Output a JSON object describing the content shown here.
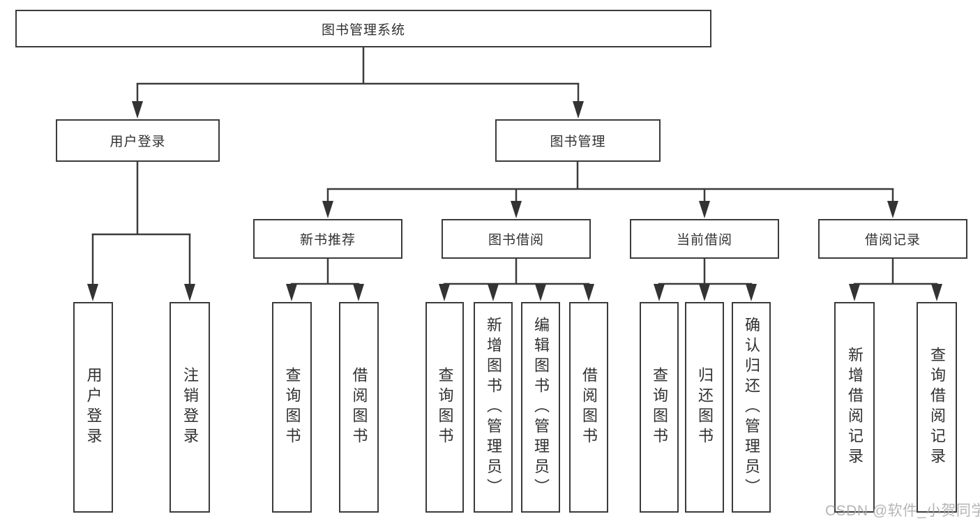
{
  "tree": {
    "label": "图书管理系统",
    "children": [
      {
        "label": "用户登录",
        "children": [
          {
            "label": "用户登录"
          },
          {
            "label": "注销登录"
          }
        ]
      },
      {
        "label": "图书管理",
        "children": [
          {
            "label": "新书推荐",
            "children": [
              {
                "label": "查询图书"
              },
              {
                "label": "借阅图书"
              }
            ]
          },
          {
            "label": "图书借阅",
            "children": [
              {
                "label": "查询图书"
              },
              {
                "label": "新增图书（管理员）"
              },
              {
                "label": "编辑图书（管理员）"
              },
              {
                "label": "借阅图书"
              }
            ]
          },
          {
            "label": "当前借阅",
            "children": [
              {
                "label": "查询图书"
              },
              {
                "label": "归还图书"
              },
              {
                "label": "确认归还（管理员）"
              }
            ]
          },
          {
            "label": "借阅记录",
            "children": [
              {
                "label": "新增借阅记录"
              },
              {
                "label": "查询借阅记录"
              }
            ]
          }
        ]
      }
    ]
  },
  "watermark": {
    "text": "CSDN @软件_小贺同学"
  },
  "colors": {
    "line": "#3b3b3b",
    "text": "#303030",
    "watermark": "#a9a9a9",
    "background": "#ffffff"
  }
}
